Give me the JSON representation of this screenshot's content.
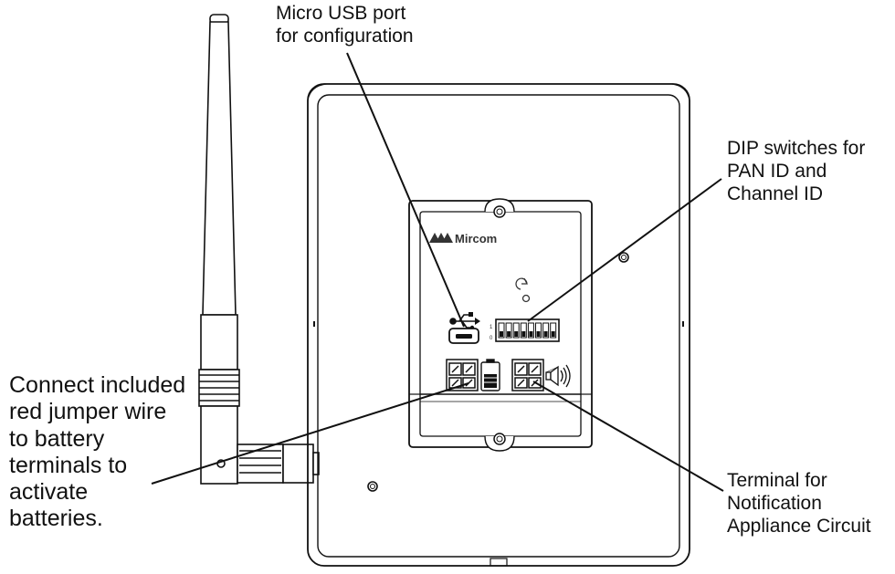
{
  "labels": {
    "usb": [
      "Micro USB port",
      "for configuration"
    ],
    "dip": [
      "DIP switches for",
      "PAN ID and",
      "Channel ID"
    ],
    "terminal": [
      "Terminal for",
      "Notification",
      "Appliance Circuit"
    ],
    "jumper": [
      "Connect included",
      "red jumper wire",
      "to battery",
      "terminals to",
      "activate",
      "batteries."
    ]
  },
  "device": {
    "brand": "Mircom",
    "dip_row_labels": [
      "1",
      "0"
    ]
  },
  "icons": [
    "usb-icon",
    "refresh-icon",
    "speaker-icon",
    "battery-icon",
    "mircom-logo-icon"
  ],
  "colors": {
    "line": "#111111",
    "background": "#ffffff"
  }
}
